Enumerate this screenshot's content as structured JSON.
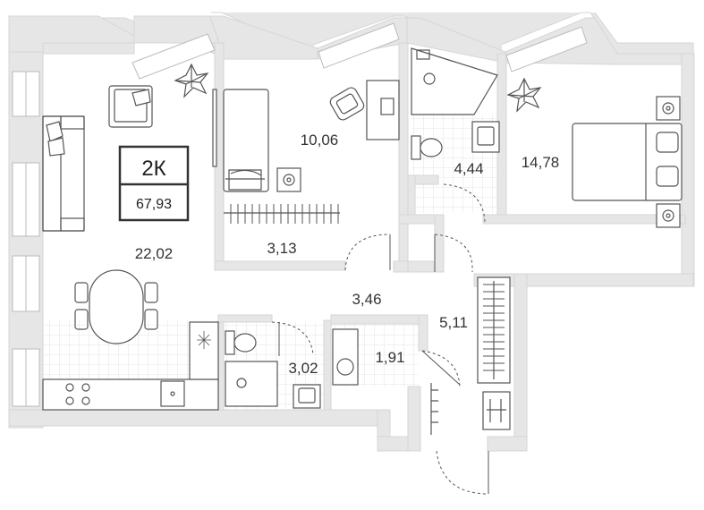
{
  "apartment": {
    "type_label": "2К",
    "total_area": "67,93"
  },
  "rooms": {
    "living_kitchen": "22,02",
    "bedroom_small": "10,06",
    "closet": "3,13",
    "hall": "3,46",
    "bathroom_top": "4,44",
    "bedroom_large": "14,78",
    "bathroom_bottom": "3,02",
    "laundry": "1,91",
    "corridor": "5,11"
  },
  "colors": {
    "wall": "#e6e6e6",
    "wall_edge": "#d0d0d0",
    "furniture_stroke": "#555555",
    "tile_grid": "#dcdcdc",
    "text": "#333333"
  }
}
